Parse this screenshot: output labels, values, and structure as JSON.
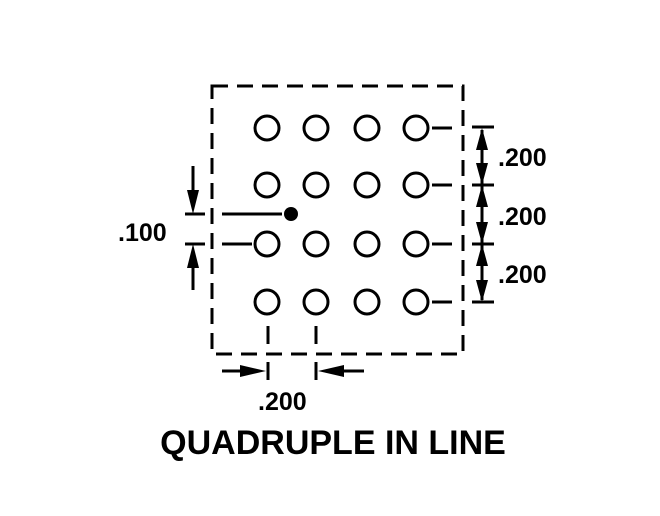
{
  "diagram": {
    "title": "QUADRUPLE IN LINE",
    "colors": {
      "ink": "#000000",
      "background": "#ffffff"
    },
    "pin_grid": {
      "rows": 4,
      "columns": 4,
      "pin_style": "open-circle"
    },
    "reference_pin": "filled-dot",
    "dimensions": {
      "row_spacing": [
        ".200",
        ".200",
        ".200"
      ],
      "column_spacing": ".200",
      "offset": ".100"
    }
  }
}
